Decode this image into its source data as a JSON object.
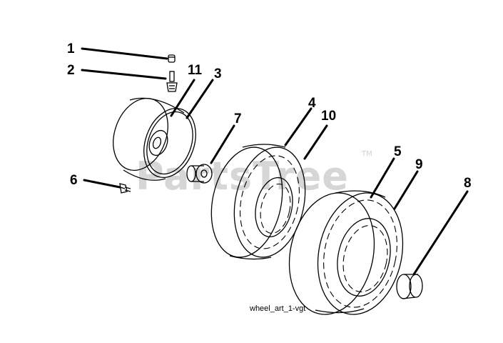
{
  "watermark": {
    "text": "PartsTree",
    "trademark": "TM"
  },
  "caption": "wheel_art_1-vgt",
  "callouts": {
    "c1": "1",
    "c2": "2",
    "c3": "3",
    "c4": "4",
    "c5": "5",
    "c6": "6",
    "c7": "7",
    "c8": "8",
    "c9": "9",
    "c10": "10",
    "c11": "11"
  },
  "icons": [
    "cap-icon",
    "valve-stem-icon",
    "rim-icon",
    "bolt-icon",
    "bushing-icon",
    "front-tire-icon",
    "rear-tire-icon",
    "hub-cap-icon"
  ]
}
